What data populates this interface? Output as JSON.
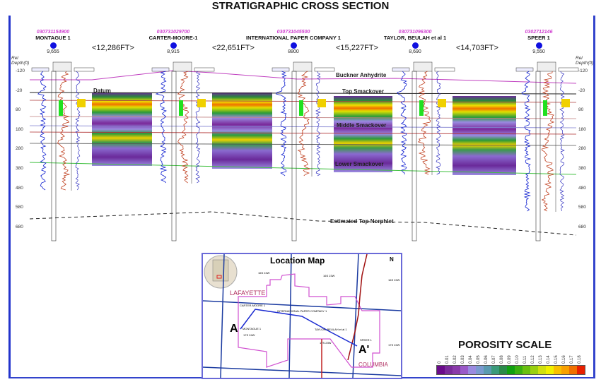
{
  "title": "STRATIGRAPHIC CROSS SECTION",
  "depth_axis": {
    "label": "Rel Depth(ft)",
    "ticks": [
      "-120",
      "-20",
      "80",
      "180",
      "280",
      "380",
      "480",
      "580",
      "680"
    ]
  },
  "wells": [
    {
      "api": "030731154900",
      "name": "MONTAGUE 1",
      "elevation": "9,655"
    },
    {
      "api": "030731029700",
      "name": "CARTER-MOORE-1",
      "elevation": "8,915"
    },
    {
      "api": "030731045500",
      "name": "INTERNATIONAL PAPER COMPANY 1",
      "elevation": "8800"
    },
    {
      "api": "030731096300",
      "name": "TAYLOR, BEULAH et al 1",
      "elevation": "8,690"
    },
    {
      "api": "0302712146",
      "name": "SPEER 1",
      "elevation": "9,550"
    }
  ],
  "distances": [
    "<12,286FT>",
    "<22,651FT>",
    "<15,227FT>",
    "<14,703FT>"
  ],
  "horizons": {
    "datum": "Datum",
    "buckner": "Buckner Anhydrite",
    "top_smackover": "Top Smackover",
    "middle_smackover": "Middle Smackover",
    "lower_smackover": "Lower Smackover",
    "norphlet": "Estimated Top Norphlet"
  },
  "location_map": {
    "title": "Location Map",
    "north": "N",
    "counties": [
      "LAFAYETTE",
      "COLUMBIA"
    ],
    "start_label": "A",
    "end_label": "A'",
    "townships": [
      "16S 24W",
      "16S 23W",
      "16S 22W",
      "17S 24W",
      "17S 23W",
      "17S 22W"
    ],
    "well_labels": [
      "MONTAGUE 1",
      "CARTER-MOORE 1",
      "INTERNATIONAL PAPER COMPANY 1",
      "TAYLOR, BEULAH et al 1",
      "SPEER 1"
    ]
  },
  "porosity_scale": {
    "title": "POROSITY SCALE",
    "ticks": [
      "0",
      "0.01",
      "0.02",
      "0.03",
      "0.04",
      "0.05",
      "0.06",
      "0.07",
      "0.08",
      "0.09",
      "0.10",
      "0.11",
      "0.12",
      "0.13",
      "0.14",
      "0.15",
      "0.16",
      "0.17",
      "0.18"
    ],
    "colors": [
      "#6a0a8a",
      "#7a2a9a",
      "#8a3aaa",
      "#9a5ac8",
      "#9a8ae0",
      "#7a9ad0",
      "#5a9ab0",
      "#3a9a7a",
      "#2a8a4a",
      "#10a010",
      "#3ab010",
      "#6ac010",
      "#9ad010",
      "#d0e010",
      "#f0f000",
      "#f8c000",
      "#f8a000",
      "#f07000",
      "#e82000"
    ]
  }
}
